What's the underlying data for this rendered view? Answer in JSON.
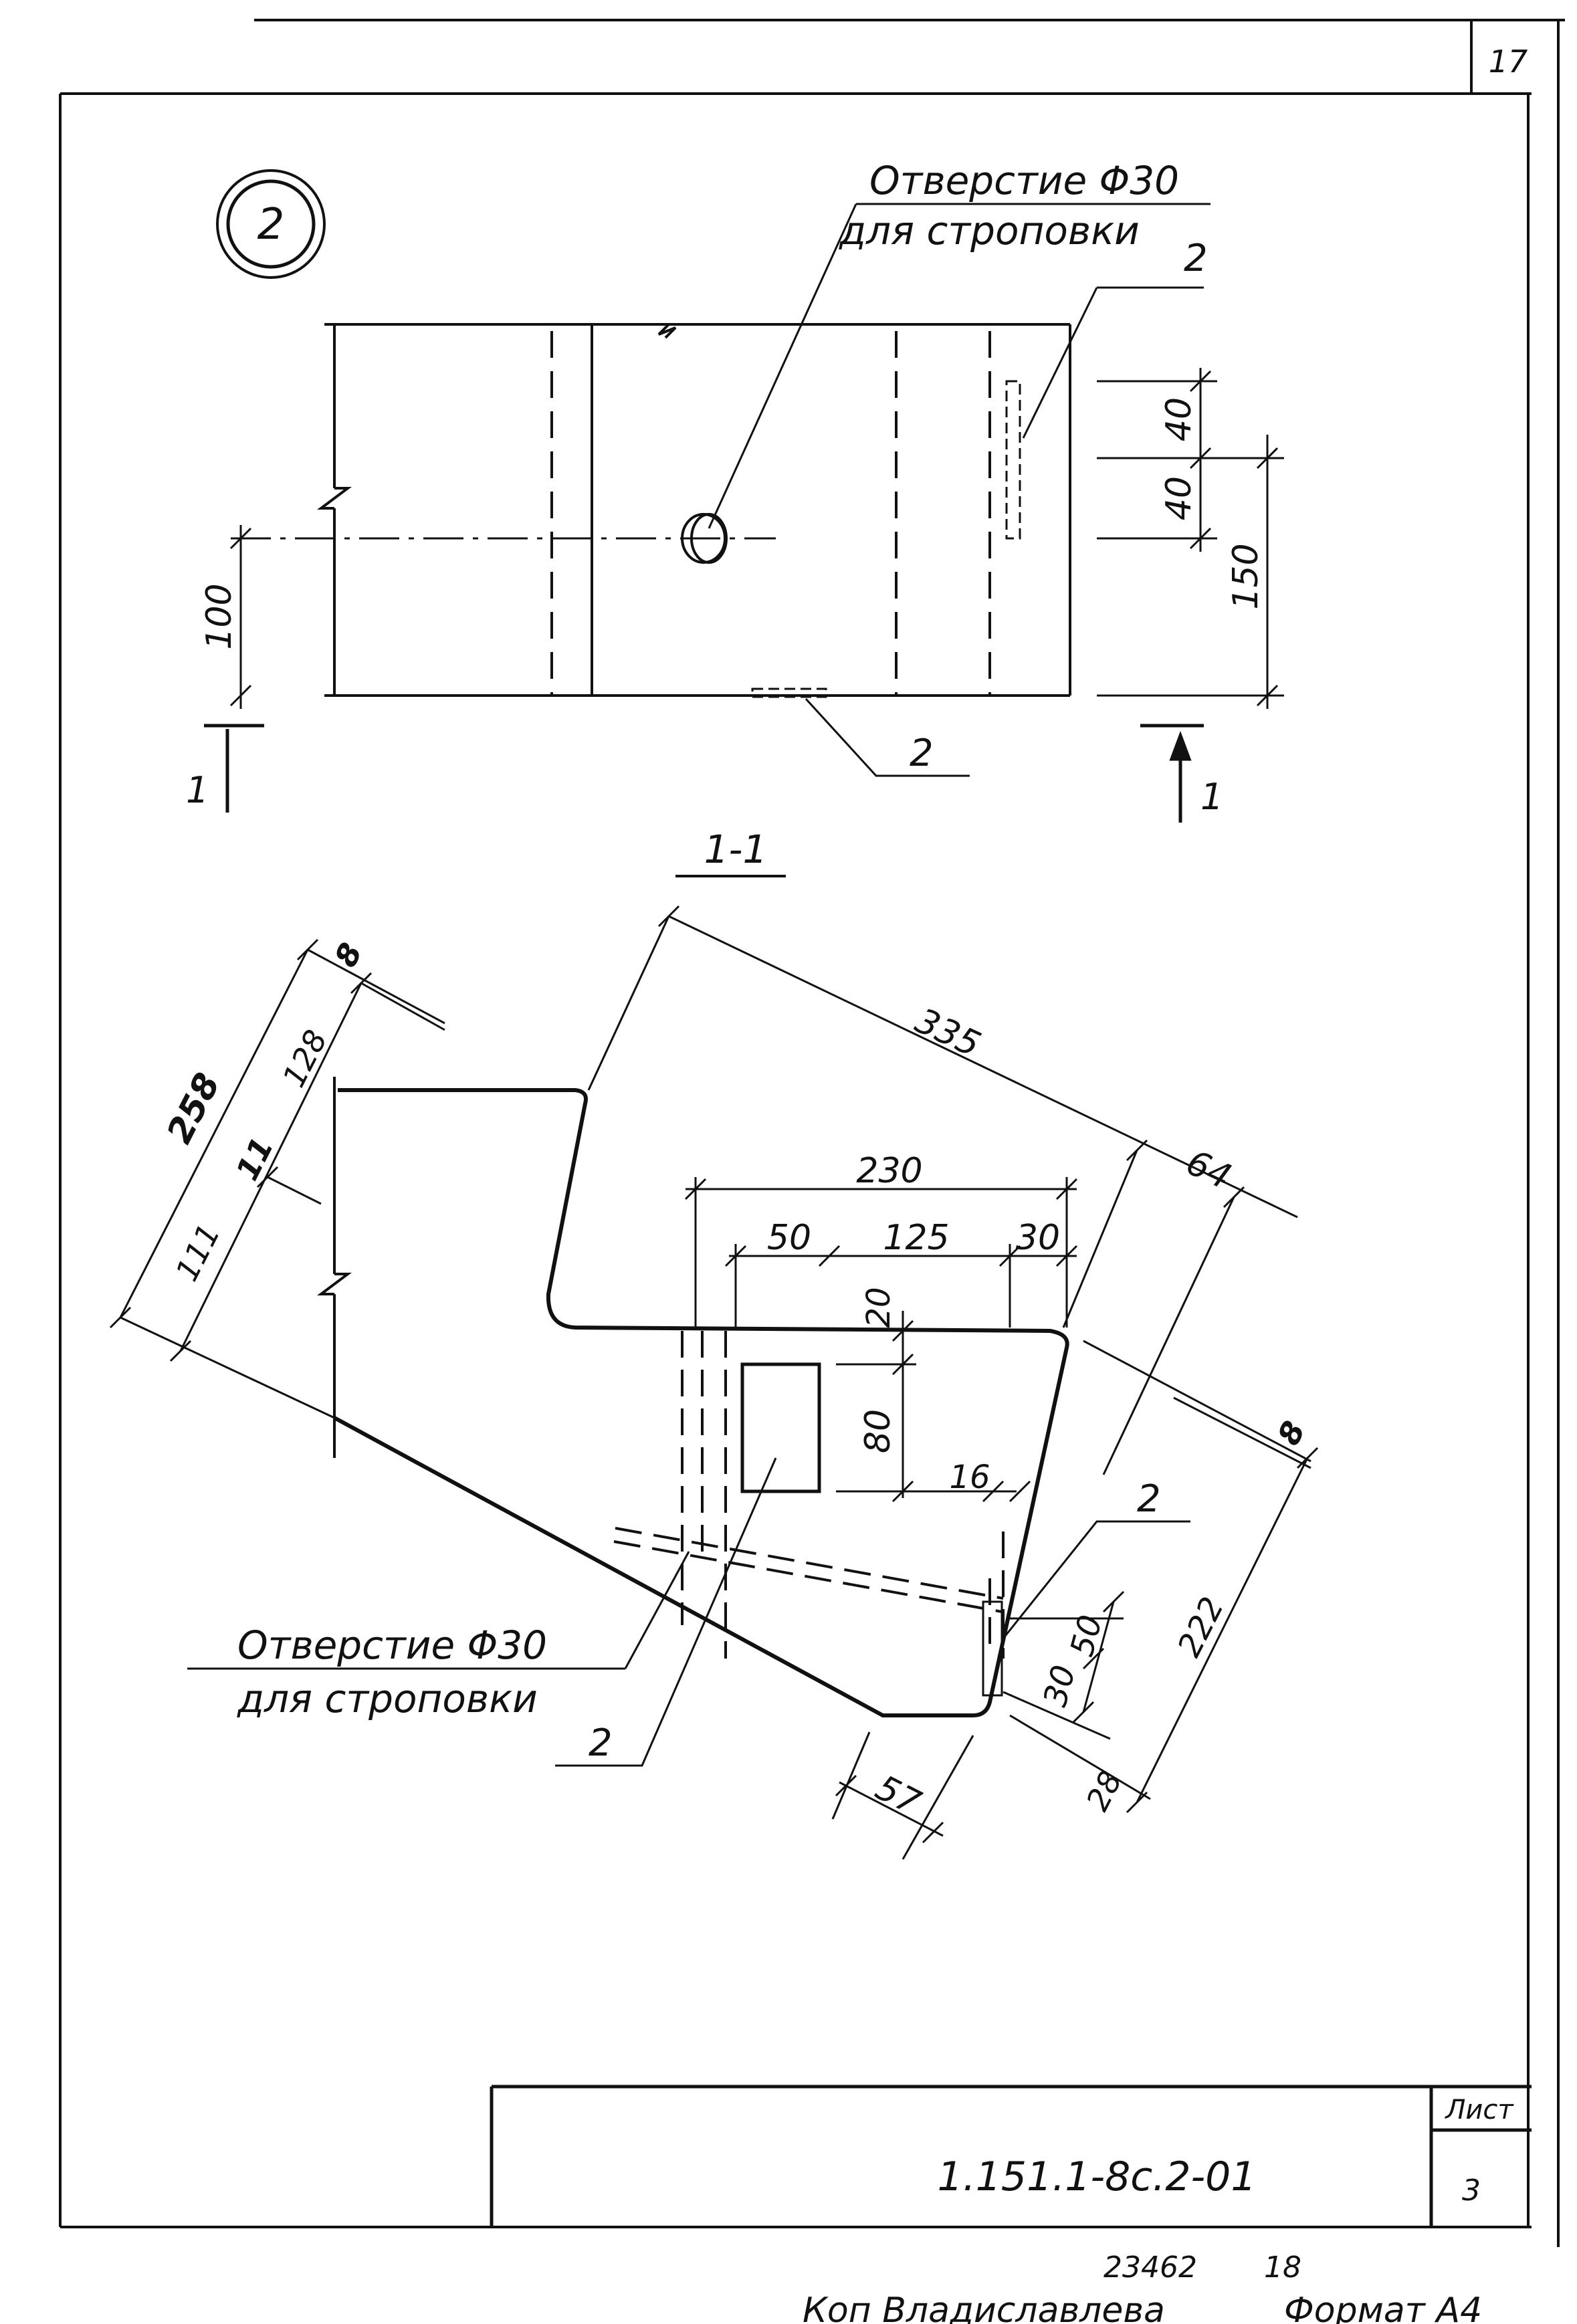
{
  "sheet": {
    "page_number": "17",
    "detail_marker": "2",
    "section_mark": "1",
    "section_title": "1-1"
  },
  "top_view": {
    "hole_note_line1": "Отверстие Φ30",
    "hole_note_line2": "для строповки",
    "callout_item": "2",
    "dim_40_upper": "40",
    "dim_40_lower": "40",
    "dim_150": "150",
    "dim_100": "100"
  },
  "section_view": {
    "dim_335": "335",
    "dim_230": "230",
    "dim_64": "64",
    "dim_50": "50",
    "dim_125": "125",
    "dim_30_top": "30",
    "dim_20": "20",
    "dim_80": "80",
    "dim_16": "16",
    "dim_258": "258",
    "dim_128": "128",
    "dim_11": "11",
    "dim_111": "111",
    "dim_8_left": "8",
    "dim_8_right": "8",
    "dim_222": "222",
    "dim_50_right": "50",
    "dim_30_right": "30",
    "dim_28": "28",
    "dim_57": "57",
    "hole_note_line1": "Отверстие Φ30",
    "hole_note_line2": "для строповки",
    "callout_item": "2"
  },
  "title_block": {
    "sheet_label": "Лист",
    "sheet_number": "3",
    "document_code": "1.151.1-8с.2-01"
  },
  "footer": {
    "inventory_number": "23462",
    "inventory_suffix": "18",
    "copier_note": "Коп Владиславлева",
    "format_note": "Формат А4"
  }
}
